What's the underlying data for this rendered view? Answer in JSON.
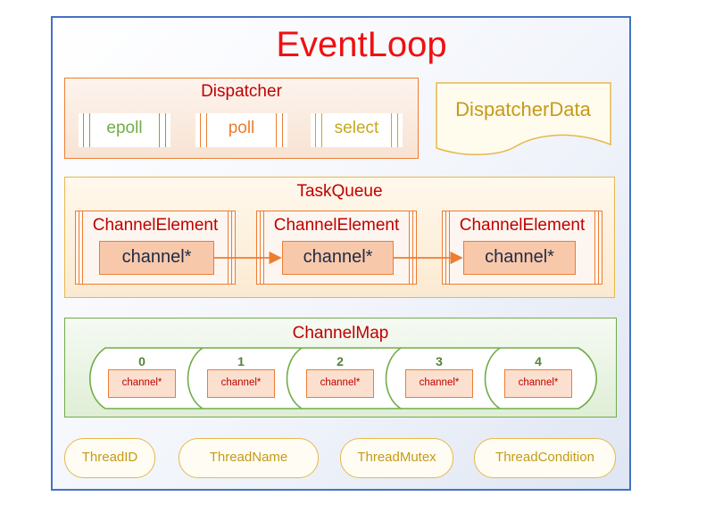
{
  "title": "EventLoop",
  "dispatcher": {
    "label": "Dispatcher",
    "items": [
      {
        "label": "epoll",
        "color": "#70ad47"
      },
      {
        "label": "poll",
        "color": "#ed7d31"
      },
      {
        "label": "select",
        "color": "#c9a820"
      }
    ]
  },
  "dispatcher_data": {
    "label": "DispatcherData",
    "color": "#c59a17"
  },
  "task_queue": {
    "label": "TaskQueue",
    "elements": [
      {
        "label": "ChannelElement",
        "channel": "channel*"
      },
      {
        "label": "ChannelElement",
        "channel": "channel*"
      },
      {
        "label": "ChannelElement",
        "channel": "channel*"
      }
    ]
  },
  "channel_map": {
    "label": "ChannelMap",
    "slots": [
      {
        "index": "0",
        "channel": "channel*"
      },
      {
        "index": "1",
        "channel": "channel*"
      },
      {
        "index": "2",
        "channel": "channel*"
      },
      {
        "index": "3",
        "channel": "channel*"
      },
      {
        "index": "4",
        "channel": "channel*"
      }
    ]
  },
  "thread_fields": [
    "ThreadID",
    "ThreadName",
    "ThreadMutex",
    "ThreadCondition"
  ],
  "colors": {
    "outer_border": "#4472c4",
    "title": "#ee1111",
    "section_title": "#c00000",
    "dispatcher_border": "#ed7d31",
    "task_queue_border": "#e7b84a",
    "channel_map_border": "#70ad47",
    "arrow": "#ed7d31"
  }
}
